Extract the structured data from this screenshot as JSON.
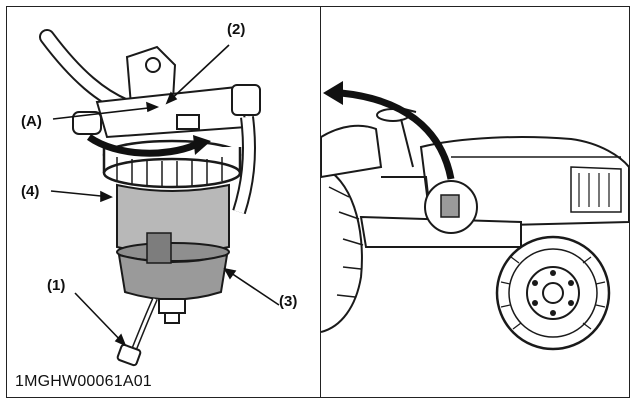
{
  "figure": {
    "id": "1MGHW00061A01",
    "callouts": {
      "drain_plug": "(1)",
      "retaining_ring": "(2)",
      "cup": "(3)",
      "element": "(4)",
      "rotate_direction": "(A)"
    }
  },
  "colors": {
    "line": "#1a1a1a",
    "cup_fill": "#9a9a9a",
    "fuel_fill": "#b8b8b8",
    "arrow": "#111111"
  }
}
